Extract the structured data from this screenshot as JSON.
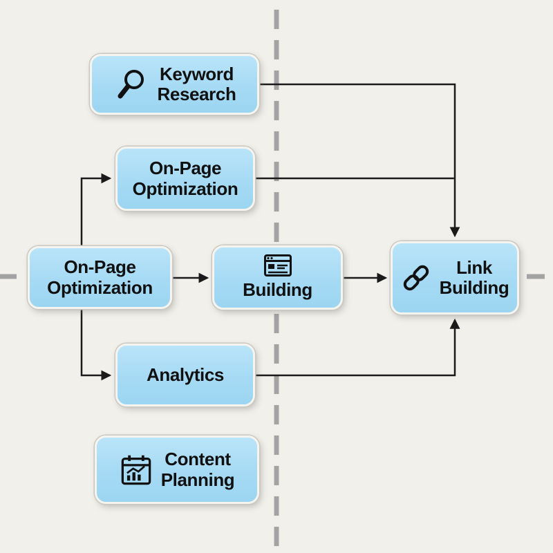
{
  "meta": {
    "background_color": "#f2f0ea",
    "node_fill_color": "#a6daf4",
    "node_border_color": "#f6f4ef",
    "connector_color": "#1a1a1a",
    "dashed_divider_color": "#a3a3a3",
    "text_color": "#101010"
  },
  "nodes": {
    "keyword_research": {
      "lines": [
        "Keyword",
        "Research"
      ],
      "icon": "magnifier-icon"
    },
    "onpage_top": {
      "lines": [
        "On-Page",
        "Optimization"
      ]
    },
    "onpage_left": {
      "lines": [
        "On-Page",
        "Optimization"
      ]
    },
    "building": {
      "lines": [
        "Building"
      ],
      "icon": "browser-window-icon"
    },
    "link_building": {
      "lines": [
        "Link",
        "Building"
      ],
      "icon": "chain-link-icon"
    },
    "analytics": {
      "lines": [
        "Analytics"
      ]
    },
    "content_planning": {
      "lines": [
        "Content",
        "Planning"
      ],
      "icon": "calendar-chart-icon"
    }
  },
  "edges": [
    {
      "from": "keyword_research",
      "to": "link_building"
    },
    {
      "from": "onpage_left",
      "to": "onpage_top"
    },
    {
      "from": "onpage_top",
      "to": "link_building"
    },
    {
      "from": "onpage_left",
      "to": "building"
    },
    {
      "from": "onpage_left",
      "to": "analytics"
    },
    {
      "from": "building",
      "to": "link_building"
    },
    {
      "from": "analytics",
      "to": "link_building"
    }
  ]
}
